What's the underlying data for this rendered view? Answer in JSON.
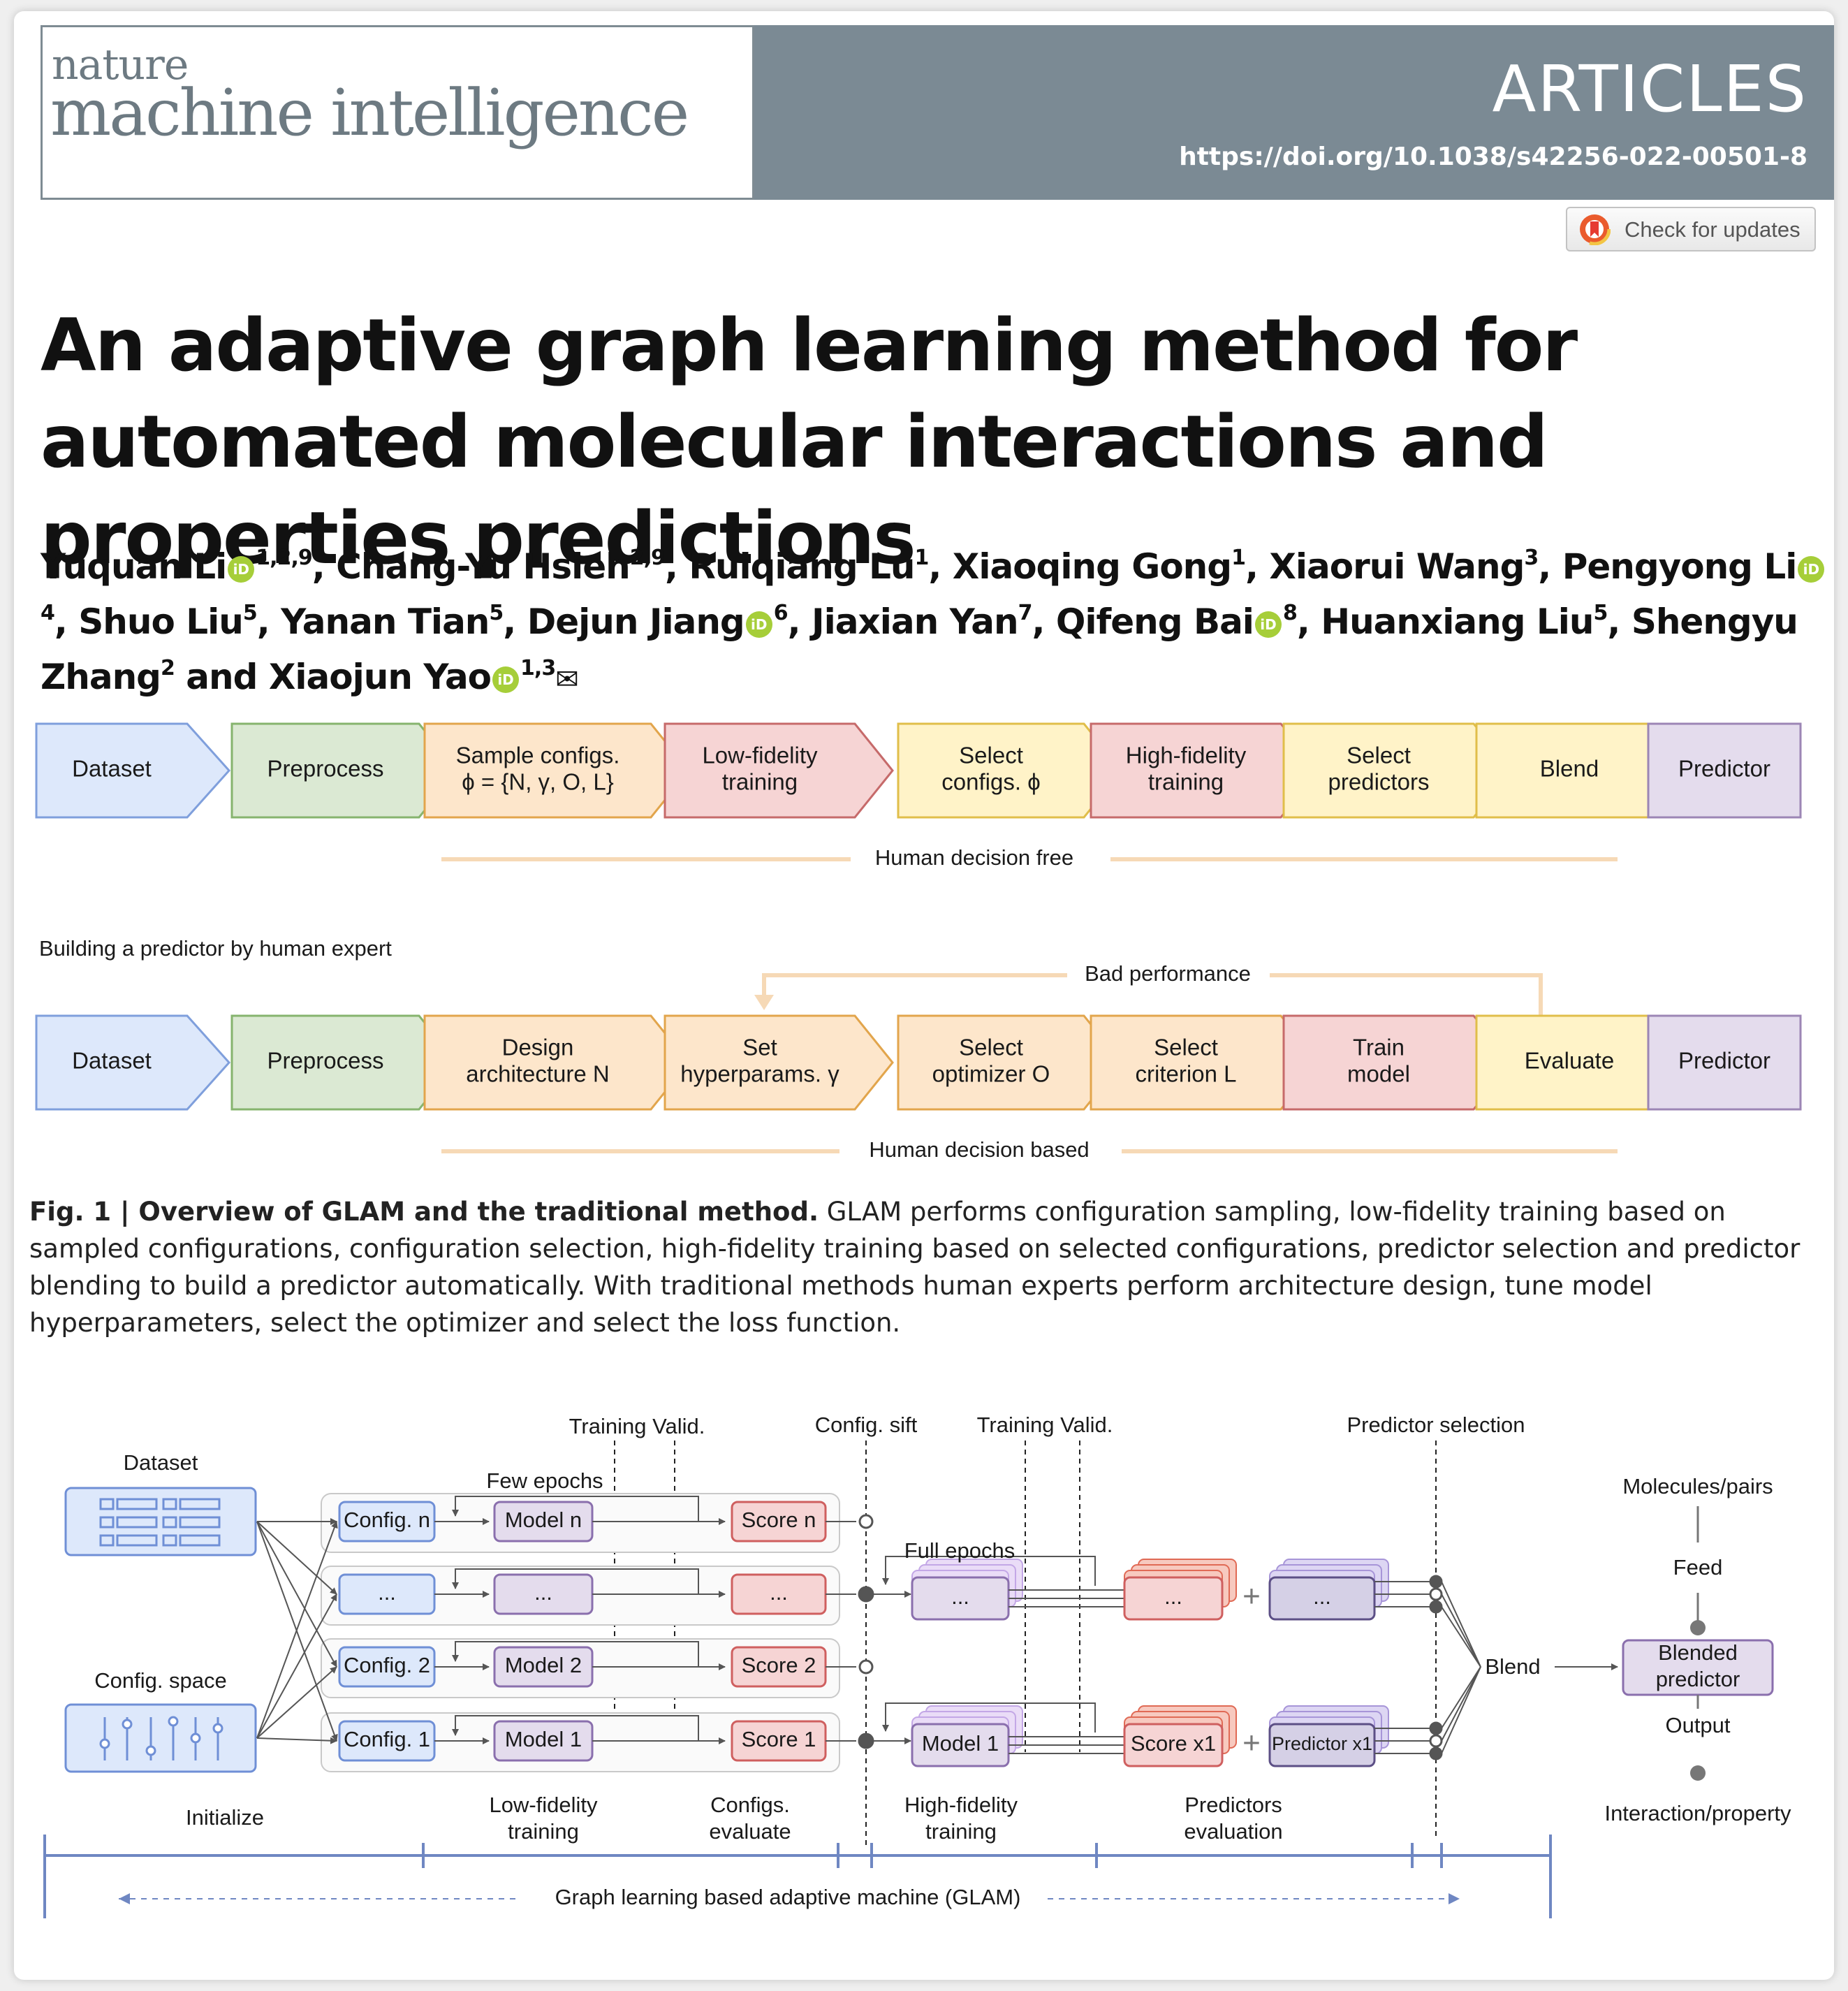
{
  "masthead": {
    "journal_small": "nature",
    "journal_big": "machine intelligence",
    "section": "ARTICLES",
    "doi": "https://doi.org/10.1038/s42256-022-00501-8"
  },
  "check_updates": "Check for updates",
  "title": "An adaptive graph learning method for automated molecular interactions and properties predictions",
  "authors": [
    {
      "name": "Yuquan Li",
      "orcid": true,
      "aff": "1,2,9"
    },
    {
      "name": "Chang-Yu Hsieh",
      "orcid": false,
      "aff": "2,9"
    },
    {
      "name": "Ruiqiang Lu",
      "orcid": false,
      "aff": "1"
    },
    {
      "name": "Xiaoqing Gong",
      "orcid": false,
      "aff": "1"
    },
    {
      "name": "Xiaorui Wang",
      "orcid": false,
      "aff": "3"
    },
    {
      "name": "Pengyong Li",
      "orcid": true,
      "aff": "4"
    },
    {
      "name": "Shuo Liu",
      "orcid": false,
      "aff": "5"
    },
    {
      "name": "Yanan Tian",
      "orcid": false,
      "aff": "5"
    },
    {
      "name": "Dejun Jiang",
      "orcid": true,
      "aff": "6"
    },
    {
      "name": "Jiaxian Yan",
      "orcid": false,
      "aff": "7"
    },
    {
      "name": "Qifeng Bai",
      "orcid": true,
      "aff": "8"
    },
    {
      "name": "Huanxiang Liu",
      "orcid": false,
      "aff": "5"
    },
    {
      "name": "Shengyu Zhang",
      "orcid": false,
      "aff": "2"
    },
    {
      "name": "Xiaojun Yao",
      "orcid": true,
      "aff": "1,3",
      "corresponding": true
    }
  ],
  "author_joiner": "and",
  "orcid_glyph": "iD",
  "mail_glyph": "✉",
  "fig1": {
    "glam_steps": [
      {
        "lines": [
          "Dataset"
        ],
        "color": "blue"
      },
      {
        "lines": [
          "Preprocess"
        ],
        "color": "green"
      },
      {
        "lines": [
          "Sample configs.",
          "ϕ = {N, γ, O, L}"
        ],
        "color": "orange"
      },
      {
        "lines": [
          "Low-fidelity",
          "training"
        ],
        "color": "red"
      },
      {
        "lines": [
          "Select",
          "configs. ϕ"
        ],
        "color": "yellow"
      },
      {
        "lines": [
          "High-fidelity",
          "training"
        ],
        "color": "red"
      },
      {
        "lines": [
          "Select",
          "predictors"
        ],
        "color": "yellow"
      },
      {
        "lines": [
          "Blend"
        ],
        "color": "yellow"
      },
      {
        "lines": [
          "Predictor"
        ],
        "color": "purple"
      }
    ],
    "glam_bracket_label": "Human decision free",
    "traditional_heading": "Building a predictor by human expert",
    "feedback_label": "Bad performance",
    "traditional_steps": [
      {
        "lines": [
          "Dataset"
        ],
        "color": "blue"
      },
      {
        "lines": [
          "Preprocess"
        ],
        "color": "green"
      },
      {
        "lines": [
          "Design",
          "architecture N"
        ],
        "color": "orange"
      },
      {
        "lines": [
          "Set",
          "hyperparams. γ"
        ],
        "color": "orange"
      },
      {
        "lines": [
          "Select",
          "optimizer O"
        ],
        "color": "orange"
      },
      {
        "lines": [
          "Select",
          "criterion L"
        ],
        "color": "orange"
      },
      {
        "lines": [
          "Train",
          "model"
        ],
        "color": "red"
      },
      {
        "lines": [
          "Evaluate"
        ],
        "color": "yellow"
      },
      {
        "lines": [
          "Predictor"
        ],
        "color": "purple"
      }
    ],
    "traditional_bracket_label": "Human decision based",
    "colors": {
      "blue": {
        "fill": "#dde8fb",
        "stroke": "#7f9fdc"
      },
      "green": {
        "fill": "#dbe9d3",
        "stroke": "#86b46e"
      },
      "orange": {
        "fill": "#fde6cb",
        "stroke": "#e2a54c"
      },
      "red": {
        "fill": "#f6d4d4",
        "stroke": "#c66a6a"
      },
      "yellow": {
        "fill": "#fff3c8",
        "stroke": "#e0be4a"
      },
      "purple": {
        "fill": "#e4dced",
        "stroke": "#9c86b5"
      }
    }
  },
  "caption": {
    "label": "Fig. 1 | Overview of GLAM and the traditional method.",
    "text": " GLAM performs configuration sampling, low-fidelity training based on sampled configurations, configuration selection, high-fidelity training based on selected configurations, predictor selection and predictor blending to build a predictor automatically. With traditional methods human experts perform architecture design, tune model hyperparameters, select the optimizer and select the loss function."
  },
  "fig2": {
    "top_labels": {
      "training_valid_1": "Training Valid.",
      "config_sift": "Config. sift",
      "training_valid_2": "Training Valid.",
      "predictor_selection": "Predictor selection"
    },
    "dataset_label": "Dataset",
    "config_space_label": "Config. space",
    "few_epochs": "Few epochs",
    "full_epochs": "Full epochs",
    "rows": [
      {
        "config": "Config. n",
        "model": "Model n",
        "score": "Score n"
      },
      {
        "config": "...",
        "model": "...",
        "score": "..."
      },
      {
        "config": "Config. 2",
        "model": "Model 2",
        "score": "Score 2"
      },
      {
        "config": "Config. 1",
        "model": "Model 1",
        "score": "Score 1"
      }
    ],
    "hf_rows": [
      {
        "model": "...",
        "score": "...",
        "predictor": "..."
      },
      {
        "model": "Model 1",
        "score": "Score x1",
        "predictor": "Predictor x1"
      }
    ],
    "blend_label": "Blend",
    "right_stack": {
      "input": "Molecules/pairs",
      "feed": "Feed",
      "blended": [
        "Blended",
        "predictor"
      ],
      "output_label": "Output",
      "output": "Interaction/property"
    },
    "stages": [
      {
        "lines": [
          "Initialize"
        ]
      },
      {
        "lines": [
          "Low-fidelity",
          "training"
        ]
      },
      {
        "lines": [
          "Configs.",
          "evaluate"
        ]
      },
      {
        "lines": [
          "High-fidelity",
          "training"
        ]
      },
      {
        "lines": [
          "Predictors",
          "evaluation"
        ]
      }
    ],
    "glam_label": "Graph learning based adaptive machine (GLAM)"
  }
}
